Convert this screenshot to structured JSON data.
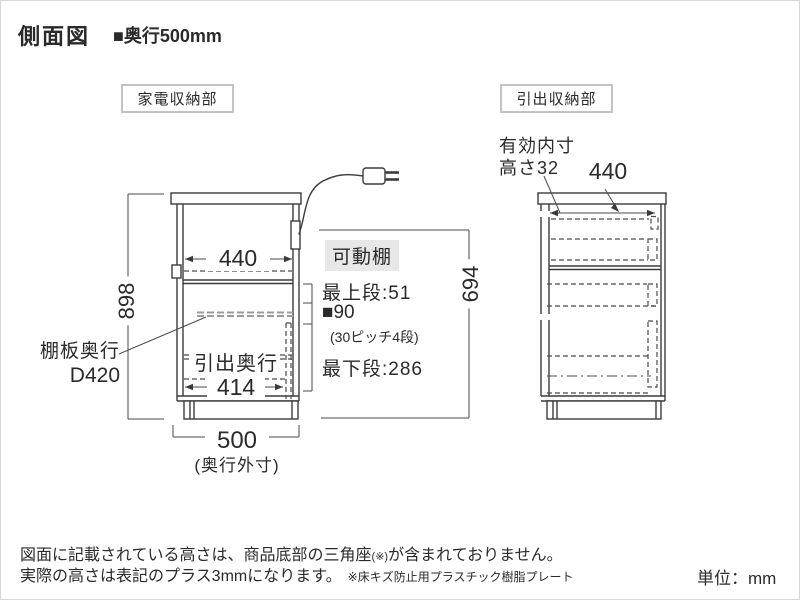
{
  "header": {
    "title": "側面図",
    "depth_spec": "■奥行500mm"
  },
  "appliance_section": {
    "label": "家電収納部",
    "overall_height": "898",
    "shelf_width": "440",
    "shelf_depth_line1": "棚板奥行",
    "shelf_depth_line2": "D420",
    "drawer_depth_label": "引出奥行",
    "drawer_depth_value": "414",
    "outer_depth": "500",
    "outer_depth_note": "(奥行外寸)"
  },
  "shelf_notes": {
    "movable_shelf_label": "可動棚",
    "top_position": "最上段:51",
    "pitch": "■90",
    "pitch_detail": "(30ピッチ4段)",
    "bottom_position": "最下段:286",
    "inner_height": "694"
  },
  "drawer_section": {
    "label": "引出収納部",
    "effective_inner_line1": "有効内寸",
    "effective_inner_line2": "高さ32",
    "inner_width": "440"
  },
  "footer": {
    "note1_before": "図面に記載されている高さは、商品底部の三角座",
    "note1_ref": "(※)",
    "note1_after": "が含まれておりません。",
    "note2": "実際の高さは表記のプラス3mmになります。",
    "note2_ref": "※床キズ防止用プラスチック樹脂プレート",
    "unit": "単位：mm"
  },
  "colors": {
    "line": "#3b3b3b",
    "text": "#2a2a2a",
    "highlight_bg": "#e7e7e7",
    "box_border": "#c3c3c3",
    "gray_shelf": "#9b9b9b"
  }
}
